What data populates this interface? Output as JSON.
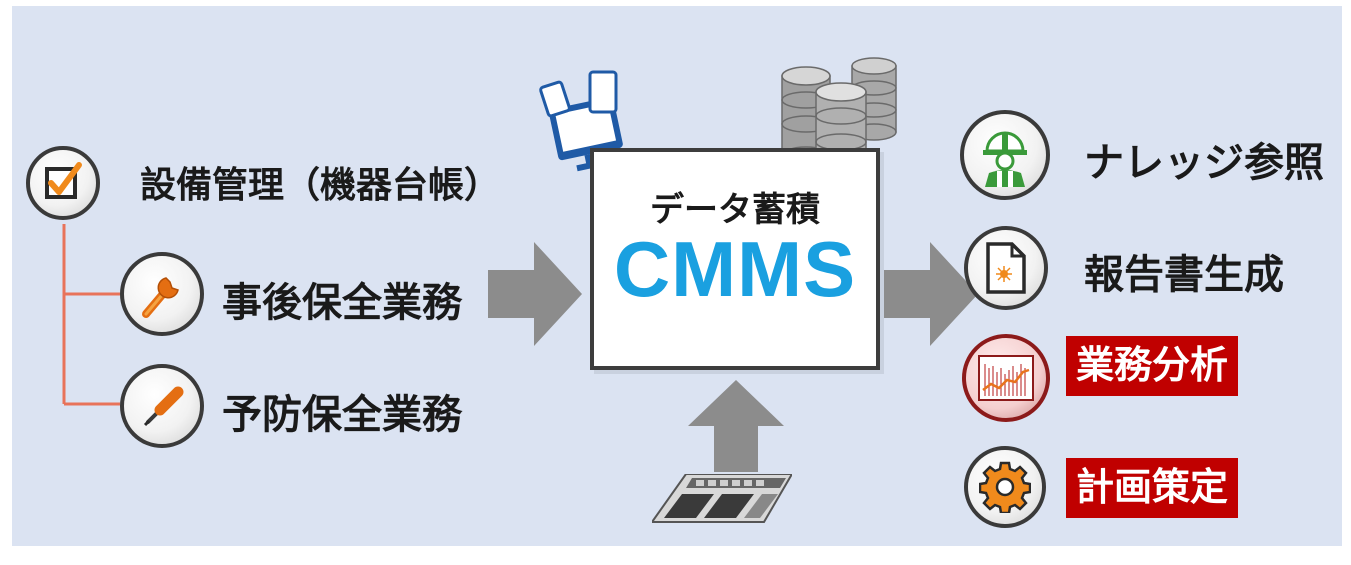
{
  "left": {
    "main_label": "設備管理（機器台帳）",
    "items": [
      {
        "label": "事後保全業務",
        "icon": "wrench-icon"
      },
      {
        "label": "予防保全業務",
        "icon": "screwdriver-icon"
      }
    ],
    "main_icon": "checkbox-icon"
  },
  "center": {
    "subtitle": "データ蓄積",
    "title": "CMMS"
  },
  "right": {
    "items": [
      {
        "label": "ナレッジ参照",
        "icon": "worker-icon",
        "highlight": false
      },
      {
        "label": "報告書生成",
        "icon": "document-icon",
        "highlight": false
      },
      {
        "label": "業務分析",
        "icon": "chart-icon",
        "highlight": true
      },
      {
        "label": "計画策定",
        "icon": "gear-icon",
        "highlight": true
      }
    ]
  },
  "colors": {
    "background": "#dbe3f2",
    "cmms_blue": "#1aa0e0",
    "highlight_red": "#c00000",
    "arrow_gray": "#8c8c8c",
    "tree_line": "#e8735a",
    "icon_orange": "#f08a1c"
  }
}
